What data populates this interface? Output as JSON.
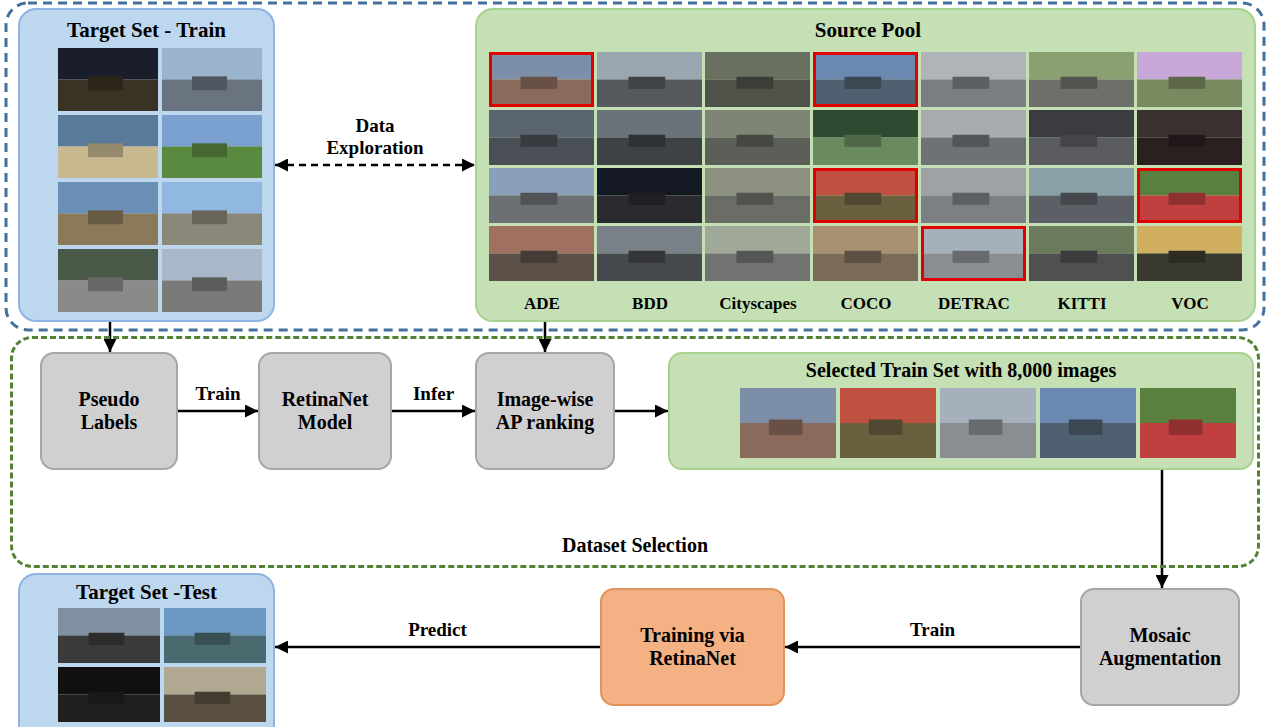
{
  "diagram": {
    "nodes": [
      {
        "text": [
          "Target Set - Train"
        ]
      },
      {
        "text": [
          "Source Pool",
          "ADE",
          "BDD",
          "Cityscapes",
          "COCO",
          "DETRAC",
          "KITTI",
          "VOC"
        ]
      },
      {
        "text": [
          "Dataset Selection"
        ]
      },
      {
        "text": [
          "Pseudo Labels"
        ],
        "in": 2
      },
      {
        "text": [
          "RetinaNet Model"
        ],
        "in": 2
      },
      {
        "text": [
          "Image-wise AP ranking"
        ],
        "in": 2
      },
      {
        "text": [
          "Selected Train Set with 8,000 images"
        ],
        "in": 2
      },
      {
        "text": [
          "Target Set -Test"
        ]
      },
      {
        "text": [
          "Training via RetinaNet"
        ]
      },
      {
        "text": [
          "Mosaic Augmentation"
        ]
      }
    ],
    "edges": [
      {
        "from": 0,
        "to": 1,
        "label": "Data Exploration",
        "arrow": "both"
      },
      {
        "from": 0,
        "to": 3,
        "arrow": "to"
      },
      {
        "from": 1,
        "to": 5,
        "arrow": "to"
      },
      {
        "from": 3,
        "to": 4,
        "label": "Train",
        "arrow": "to"
      },
      {
        "from": 4,
        "to": 5,
        "label": "Infer",
        "arrow": "to"
      },
      {
        "from": 5,
        "to": 6,
        "arrow": "to"
      },
      {
        "from": 6,
        "to": 9,
        "arrow": "to"
      },
      {
        "from": 9,
        "to": 8,
        "label": "Train",
        "arrow": "to"
      },
      {
        "from": 8,
        "to": 7,
        "label": "Predict",
        "arrow": "to"
      }
    ]
  }
}
